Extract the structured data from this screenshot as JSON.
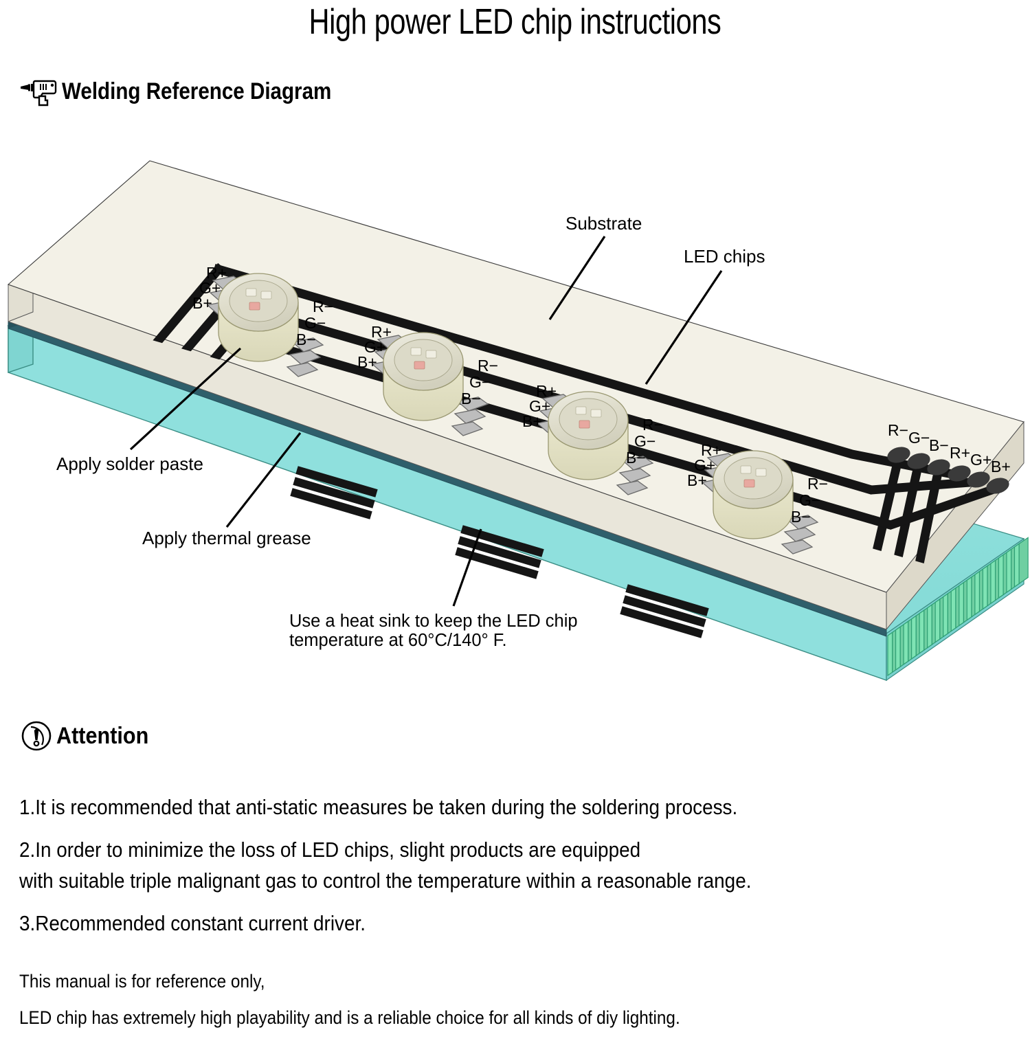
{
  "title": "High power LED chip instructions",
  "sections": {
    "welding": {
      "heading": "Welding Reference Diagram",
      "icon": "drill-icon"
    },
    "attention": {
      "heading": "Attention",
      "icon": "exclamation-circle-icon"
    }
  },
  "diagram": {
    "callouts": {
      "substrate": "Substrate",
      "led_chips": "LED chips",
      "solder_paste": "Apply solder paste",
      "thermal_grease": "Apply thermal grease",
      "heat_sink_line1": "Use a heat sink to keep the LED chip",
      "heat_sink_line2": "temperature at 60°C/140° F."
    },
    "led_chips": [
      {
        "in": [
          "R+",
          "G+",
          "B+"
        ],
        "out": [
          "R−",
          "G−",
          "B−"
        ]
      },
      {
        "in": [
          "R+",
          "G+",
          "B+"
        ],
        "out": [
          "R−",
          "G−",
          "B−"
        ]
      },
      {
        "in": [
          "R+",
          "G+",
          "B+"
        ],
        "out": [
          "R−",
          "G−",
          "B−"
        ]
      },
      {
        "in": [
          "R+",
          "G+",
          "B+"
        ],
        "out": [
          "R−",
          "G−",
          "B−"
        ]
      }
    ],
    "terminals": [
      "R−",
      "G−",
      "B−",
      "R+",
      "G+",
      "B+"
    ],
    "colors": {
      "substrate_top": "#f2f0e6",
      "substrate_side": "#e8e5d8",
      "thermal_grease": "#2f5f6b",
      "heat_sink": "#8fe0dd",
      "heat_sink_fin": "#7fe3b4",
      "trace": "#1a1a1a",
      "led_dome": "#e4e2cf",
      "led_body": "#e8e6cc",
      "pad": "#b9b9b9"
    }
  },
  "notes": [
    "1.It is recommended that anti-static measures be taken during the soldering process.",
    "2.In order to minimize the loss of LED chips, slight products are equipped",
    "with suitable triple malignant gas to control the temperature within a reasonable range.",
    "3.Recommended constant current driver."
  ],
  "footer": [
    "This manual is for reference only,",
    "LED chip has extremely high playability and is a reliable choice for all kinds of diy lighting."
  ]
}
